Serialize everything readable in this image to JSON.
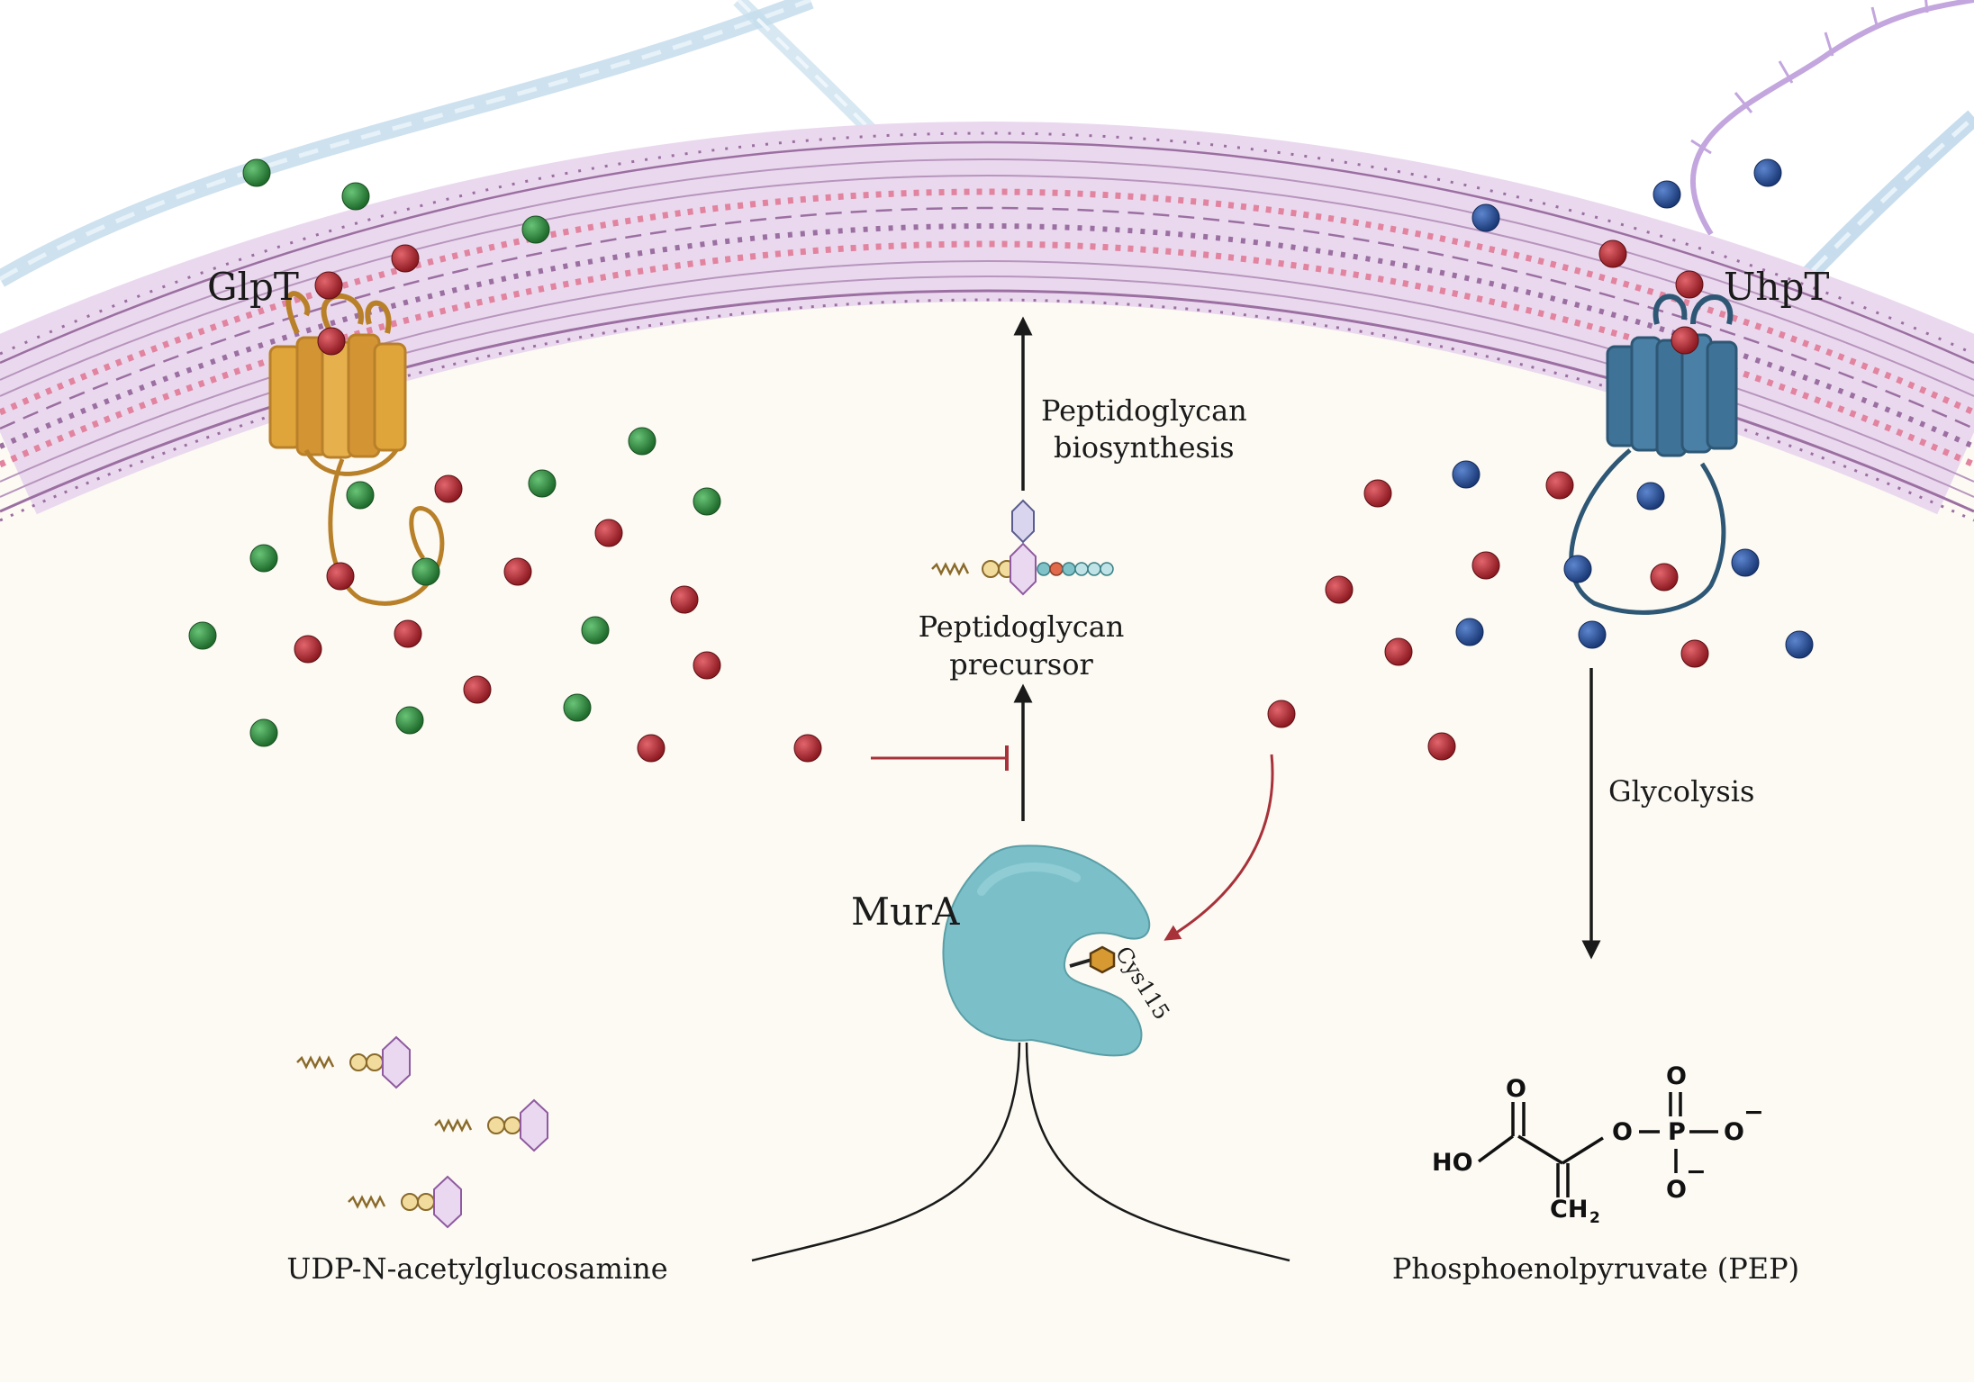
{
  "transporters": {
    "left": "GlpT",
    "right": "UhpT"
  },
  "enzyme": {
    "name": "MurA",
    "residue": "Cys115"
  },
  "labels": {
    "pg_biosynthesis_line1": "Peptidoglycan",
    "pg_biosynthesis_line2": "biosynthesis",
    "pg_precursor_line1": "Peptidoglycan",
    "pg_precursor_line2": "precursor",
    "glycolysis": "Glycolysis",
    "substrate_left": "UDP-N-acetylglucosamine",
    "substrate_right": "Phosphoenolpyruvate (PEP)"
  },
  "pep_structure": {
    "O": "O",
    "HO": "HO",
    "P": "P",
    "minus": "−",
    "CH2": "CH",
    "sub2": "2"
  },
  "colors": {
    "cytoplasm": "#fcfaf3",
    "membrane": "#9b6fa1",
    "lipid_heads": "#e2839f",
    "glpt": "#e0a53a",
    "uhpt": "#3f7297",
    "mura": "#7bc0c9",
    "molecule_red": "#a3222b",
    "molecule_green": "#2e8a3c",
    "molecule_blue": "#264f96",
    "inhibition": "#a8323a",
    "sugar": "#ead7f0",
    "phosphate": "#f1dc9e"
  }
}
